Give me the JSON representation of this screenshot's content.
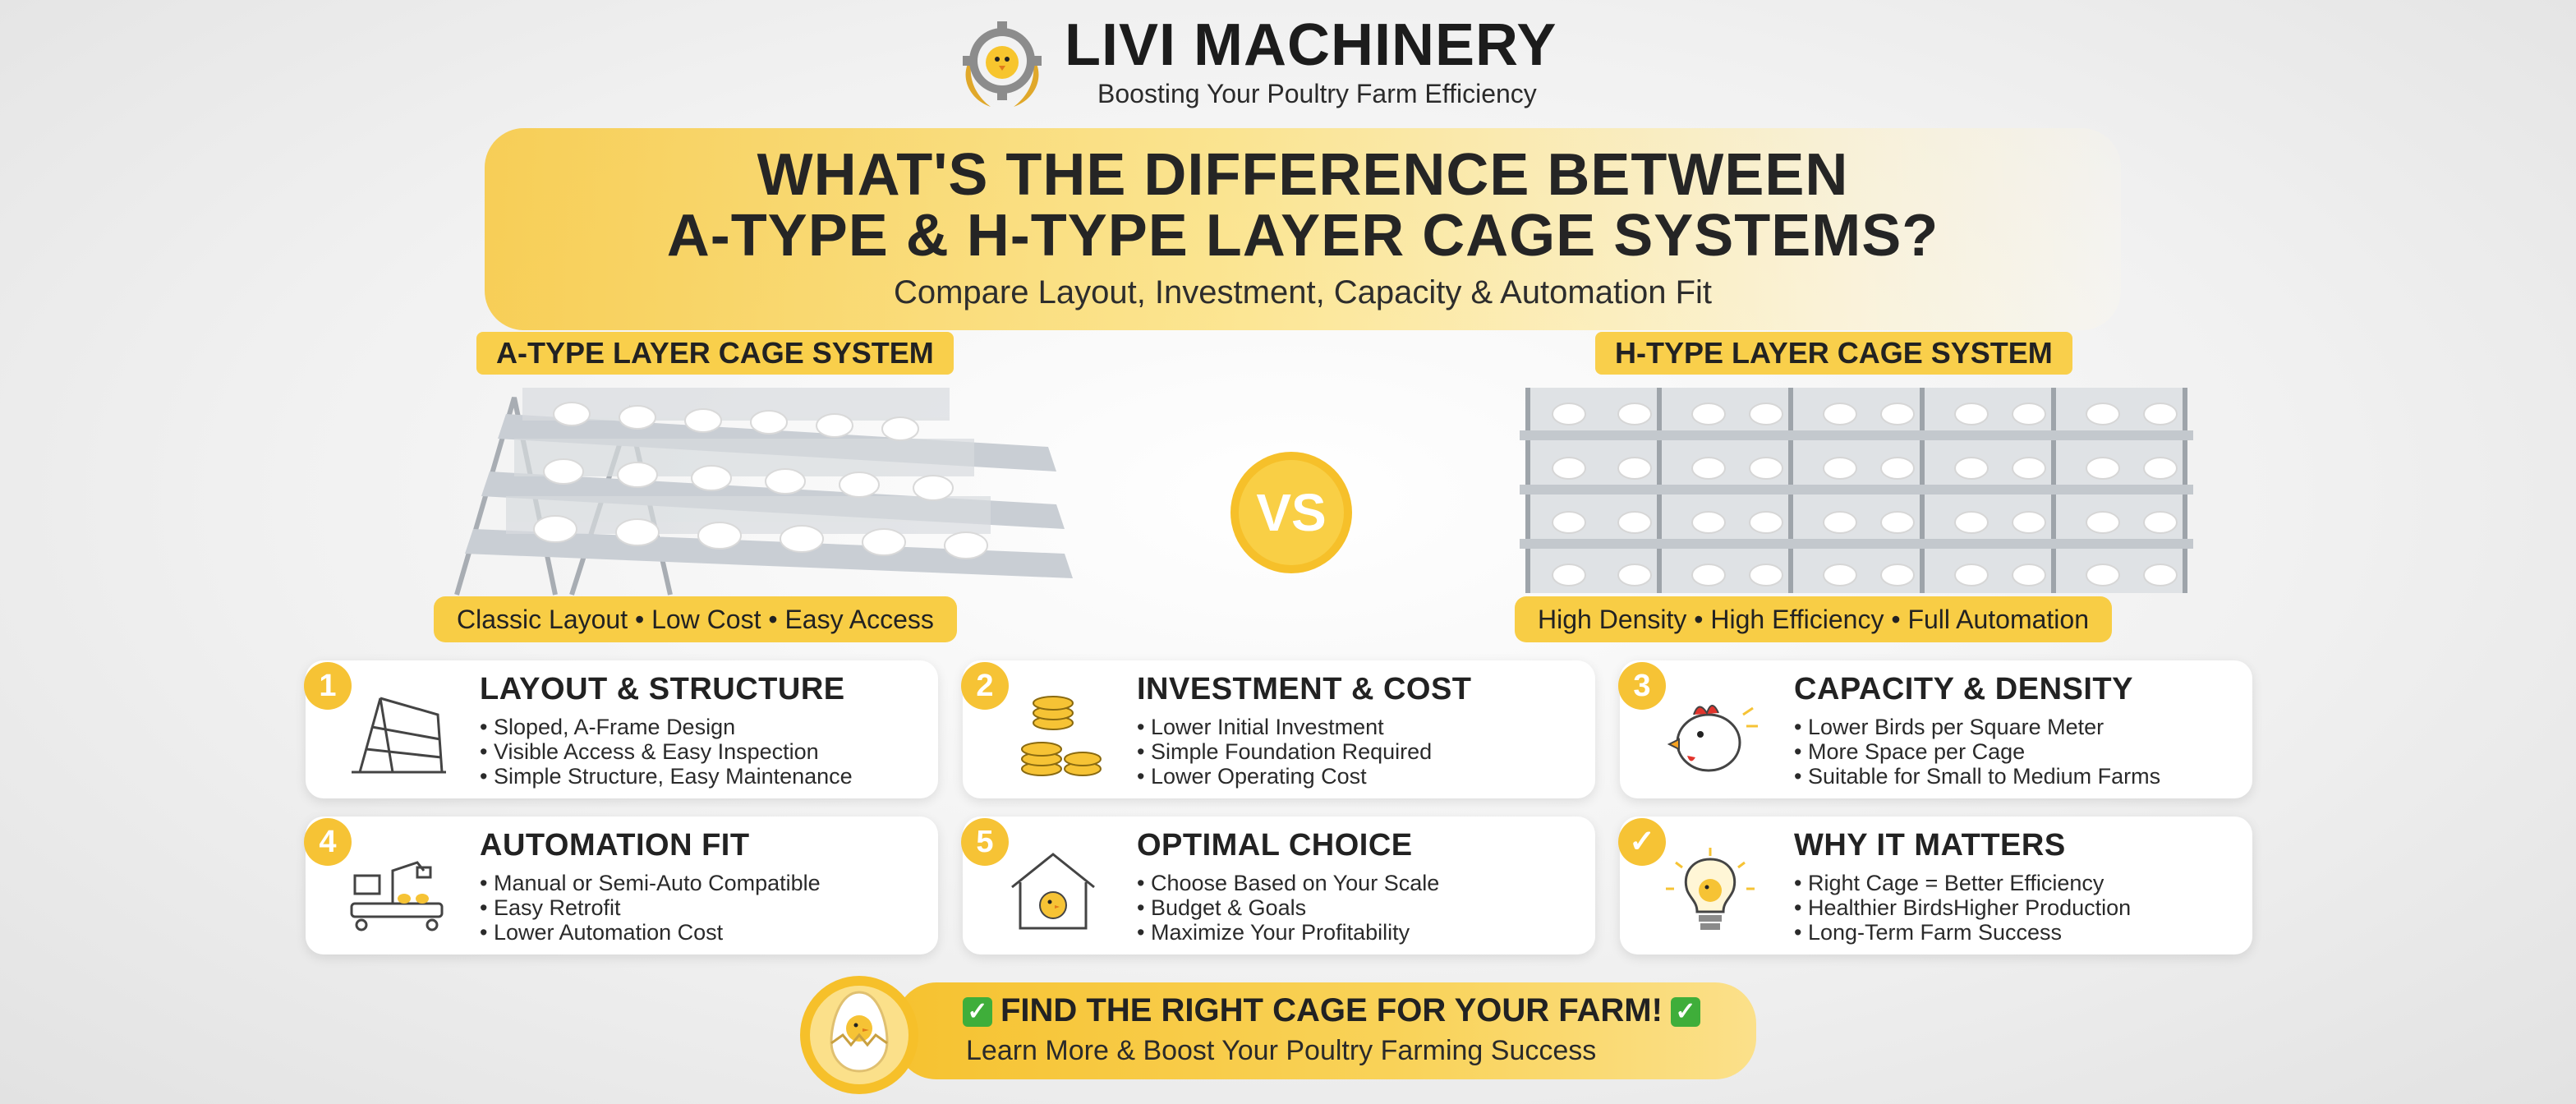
{
  "header": {
    "brand": "LIVI MACHINERY",
    "tagline": "Boosting Your Poultry Farm Efficiency"
  },
  "title": {
    "line1": "WHAT'S THE DIFFERENCE BETWEEN",
    "line2": "A-TYPE & H-TYPE LAYER CAGE SYSTEMS?",
    "subtitle": "Compare Layout, Investment, Capacity & Automation Fit"
  },
  "systems": {
    "a_type": {
      "label": "A-TYPE LAYER CAGE SYSTEM",
      "features": "Classic Layout • Low Cost • Easy Access"
    },
    "h_type": {
      "label": "H-TYPE LAYER CAGE SYSTEM",
      "features": "High Density • High Efficiency • Full Automation"
    },
    "vs": "VS"
  },
  "cards": [
    {
      "badge": "1",
      "icon": "a-frame-cage-icon",
      "title": "LAYOUT & STRUCTURE",
      "items": [
        "Sloped, A-Frame Design",
        "Visible Access & Easy Inspection",
        "Simple Structure, Easy Maintenance"
      ]
    },
    {
      "badge": "2",
      "icon": "coins-icon",
      "title": "INVESTMENT & COST",
      "items": [
        "Lower Initial Investment",
        "Simple Foundation Required",
        "Lower Operating Cost"
      ]
    },
    {
      "badge": "3",
      "icon": "chicken-icon",
      "title": "CAPACITY & DENSITY",
      "items": [
        "Lower Birds per Square Meter",
        "More Space per Cage",
        "Suitable for Small to Medium Farms"
      ]
    },
    {
      "badge": "4",
      "icon": "automation-conveyor-icon",
      "title": "AUTOMATION FIT",
      "items": [
        "Manual or Semi-Auto Compatible",
        "Easy Retrofit",
        "Lower Automation Cost"
      ]
    },
    {
      "badge": "5",
      "icon": "chick-house-icon",
      "title": "OPTIMAL CHOICE",
      "items": [
        "Choose Based on Your Scale",
        "Budget & Goals",
        "Maximize Your Profitability"
      ]
    },
    {
      "badge": "✓",
      "icon": "lightbulb-chick-icon",
      "title": "WHY IT MATTERS",
      "items": [
        "Right Cage = Better Efficiency",
        "Healthier BirdsHigher Production",
        "Long-Term Farm Success"
      ]
    }
  ],
  "cta": {
    "line1": "FIND THE RIGHT CAGE FOR YOUR FARM!",
    "line2": "Learn More & Boost Your Poultry Farming Success",
    "check": "✓"
  },
  "colors": {
    "accent": "#f6c335",
    "accent_light": "#fbe08a",
    "text": "#222222",
    "check_green": "#3fae3a"
  }
}
